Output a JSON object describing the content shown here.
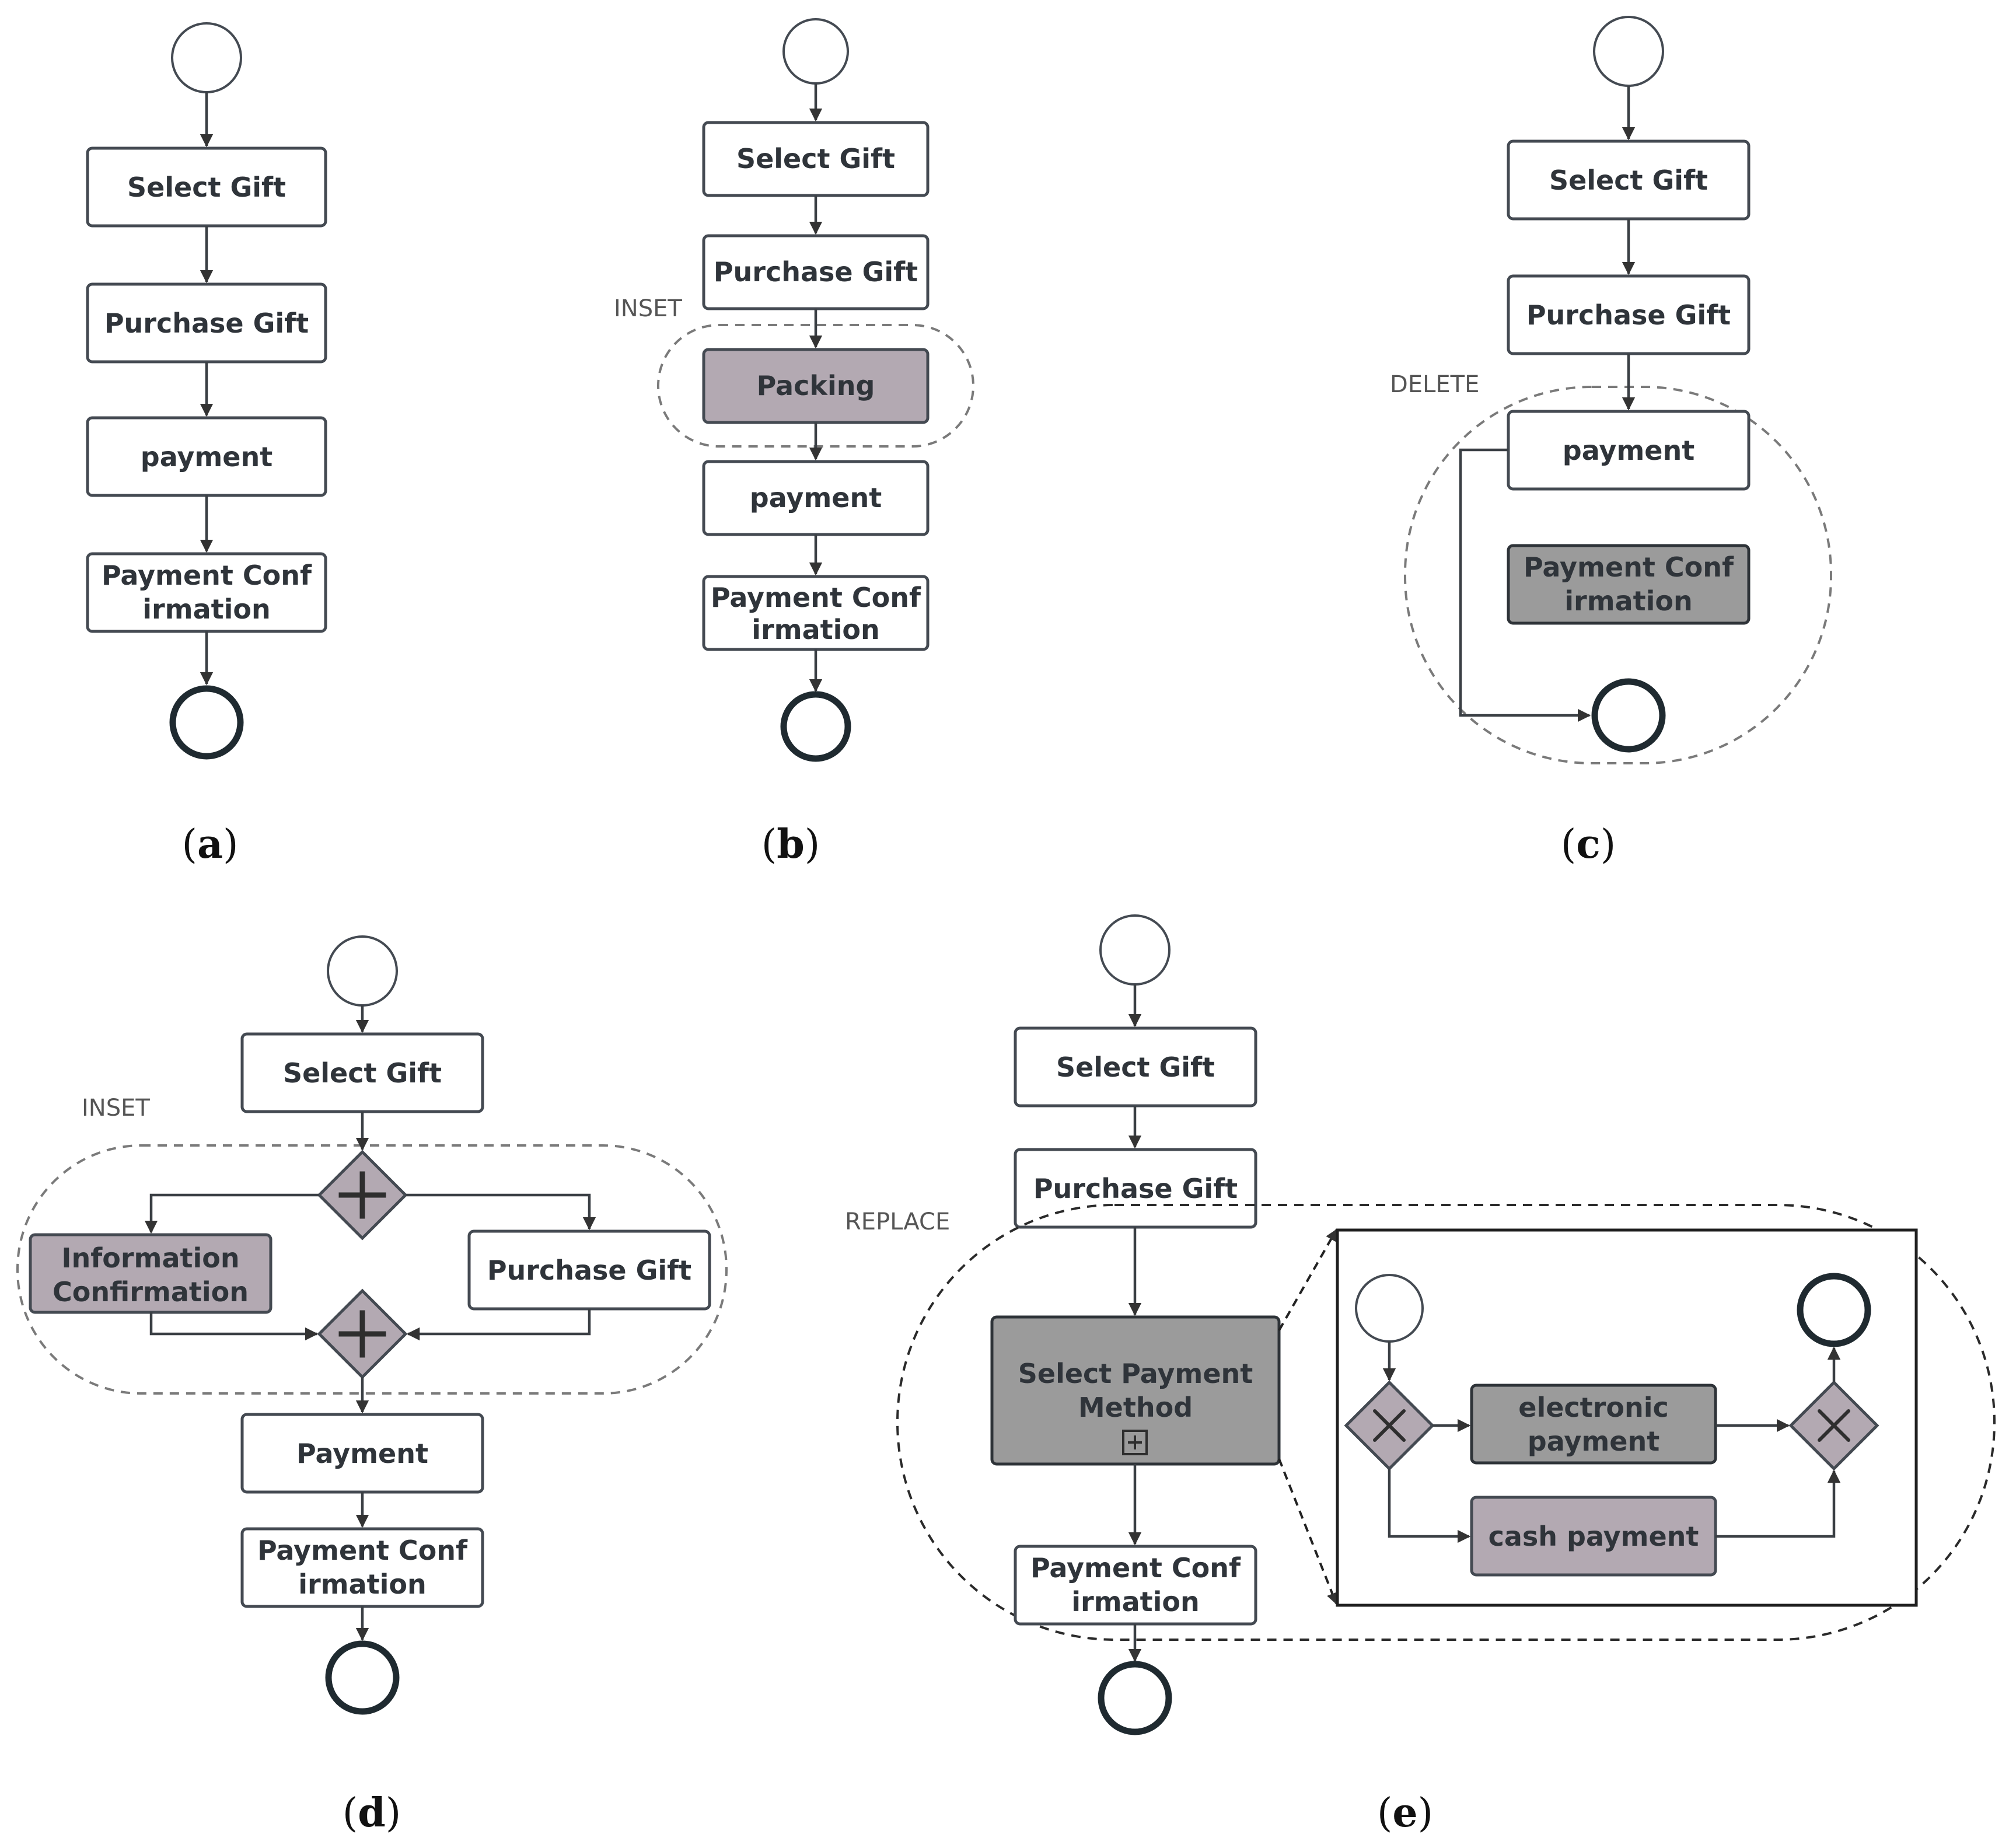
{
  "panels": {
    "a": {
      "caption_letter": "a",
      "tasks": [
        "Select Gift",
        "Purchase Gift",
        "payment",
        "Payment Conf",
        "irmation"
      ]
    },
    "b": {
      "caption_letter": "b",
      "group_tag": "INSET",
      "tasks": [
        "Select Gift",
        "Purchase Gift",
        "Packing",
        "payment",
        "Payment Conf",
        "irmation"
      ]
    },
    "c": {
      "caption_letter": "c",
      "group_tag": "DELETE",
      "tasks": [
        "Select Gift",
        "Purchase Gift",
        "payment",
        "Payment Conf",
        "irmation"
      ]
    },
    "d": {
      "caption_letter": "d",
      "group_tag": "INSET",
      "tasks": [
        "Select Gift",
        "Information",
        "Confirmation",
        "Purchase Gift",
        "Payment",
        "Payment Conf",
        "irmation"
      ]
    },
    "e": {
      "caption_letter": "e",
      "group_tag": "REPLACE",
      "tasks": [
        "Select Gift",
        "Purchase Gift",
        "Select Payment",
        "Method",
        "Payment Conf",
        "irmation"
      ],
      "subprocess_tasks": [
        "electronic",
        "payment",
        "cash payment"
      ]
    }
  },
  "colors": {
    "inserted_task": "#b3a9b2",
    "deleted_task": "#9b9b9b",
    "stroke": "#444a52"
  }
}
